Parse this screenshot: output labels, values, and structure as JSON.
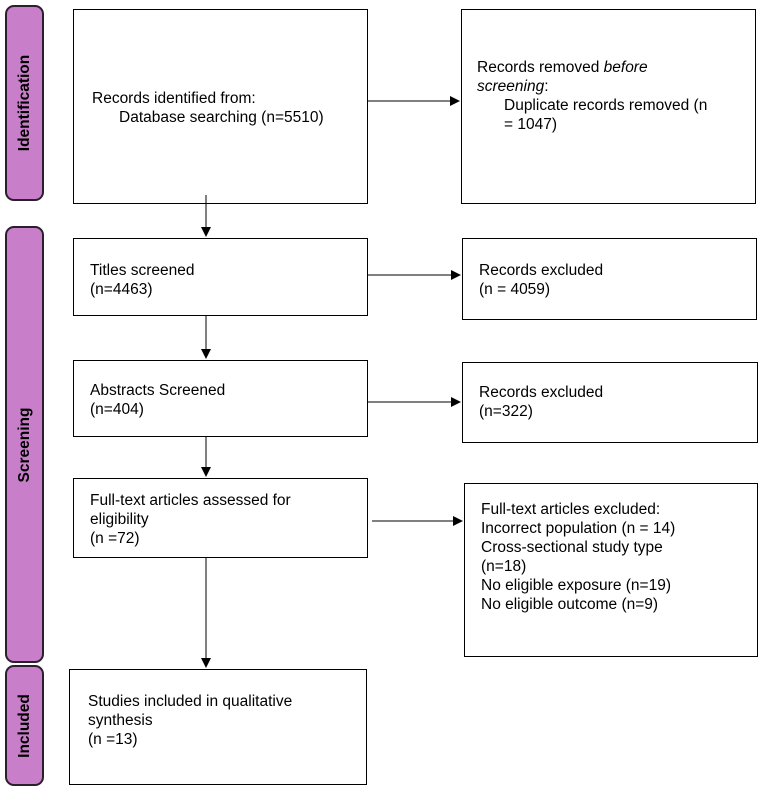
{
  "phases": {
    "identification": "Identification",
    "screening": "Screening",
    "included": "Included"
  },
  "boxes": {
    "records_identified": {
      "line1": "Records identified from:",
      "line2": "Database searching (n=5510)"
    },
    "records_removed": {
      "line1_prefix": "Records removed ",
      "line1_italic": "before",
      "line2_italic": "screening",
      "line2_suffix": ":",
      "line3": "Duplicate records removed (n",
      "line4": "= 1047)"
    },
    "titles_screened": {
      "line1": "Titles screened",
      "line2": "(n=4463)"
    },
    "titles_excluded": {
      "line1": "Records excluded",
      "line2": "(n = 4059)"
    },
    "abstracts_screened": {
      "line1": "Abstracts Screened",
      "line2": "(n=404)"
    },
    "abstracts_excluded": {
      "line1": "Records excluded",
      "line2": "(n=322)"
    },
    "fulltext_assessed": {
      "line1": "Full-text articles assessed for",
      "line2": "eligibility",
      "line3": "(n =72)"
    },
    "fulltext_excluded": {
      "line1": "Full-text articles excluded:",
      "line2": "Incorrect population (n = 14)",
      "line3": "Cross-sectional study type",
      "line4": "(n=18)",
      "line5": "No eligible exposure (n=19)",
      "line6": "No eligible outcome (n=9)"
    },
    "studies_included": {
      "line1": "Studies included in qualitative",
      "line2": "synthesis",
      "line3": "(n =13)"
    }
  },
  "colors": {
    "phase_fill": "#c87ec9",
    "phase_border": "#2b1f2e",
    "line": "#000000"
  }
}
